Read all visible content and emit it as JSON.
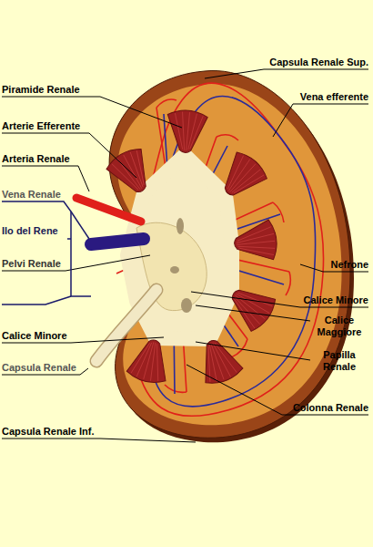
{
  "diagram": {
    "labels": [
      "Capsula Renale Sup.",
      "Piramide Renale",
      "Vena efferente",
      "Arterie Efferente",
      "Arteria Renale",
      "Vena Renale",
      "Ilo del Rene",
      "Pelvi Renale",
      "Nefrone",
      "Calice Minore",
      "Calice Maggiore",
      "Calice Minore",
      "Capsula Renale",
      "Papilla Renale",
      "Colonna Renale",
      "Capsula Renale Inf."
    ]
  }
}
